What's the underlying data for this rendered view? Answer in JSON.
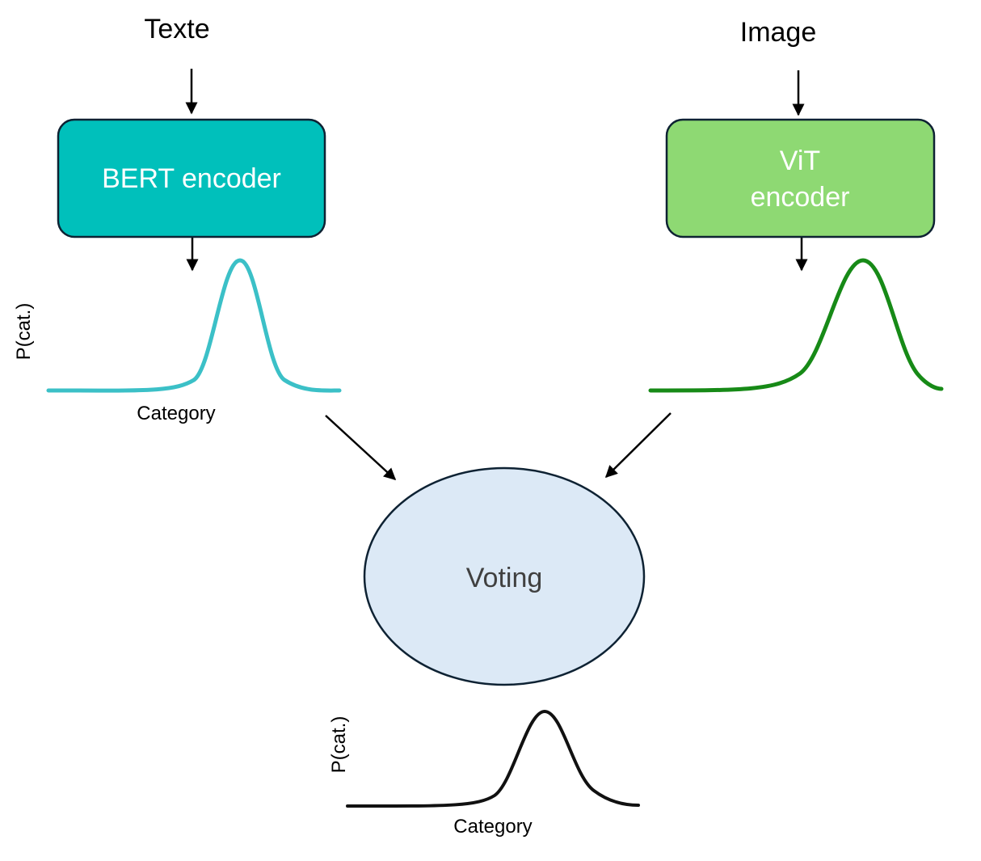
{
  "inputs": {
    "text": "Texte",
    "image": "Image"
  },
  "encoders": {
    "bert": {
      "label": "BERT encoder",
      "fill": "#00c0bb"
    },
    "vit": {
      "line1": "ViT",
      "line2": "encoder",
      "fill": "#8ed973"
    }
  },
  "voting": {
    "label": "Voting",
    "fill": "#dce9f6"
  },
  "distributions": {
    "text": {
      "ylabel": "P(cat.)",
      "xlabel": "Category",
      "color": "#26b9c1"
    },
    "image": {
      "color": "#178a17"
    },
    "vote": {
      "ylabel": "P(cat.)",
      "xlabel": "Category",
      "color": "#111111"
    }
  }
}
